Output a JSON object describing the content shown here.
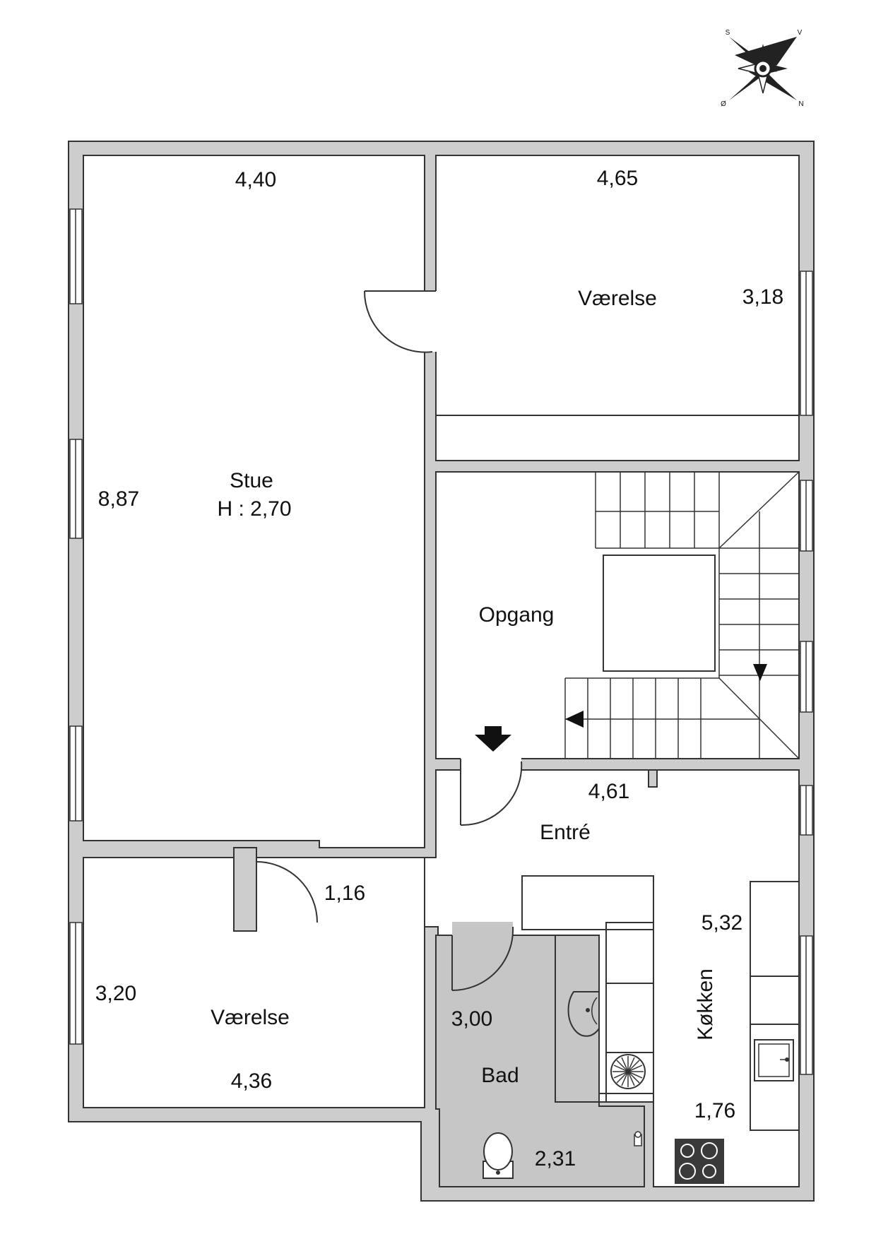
{
  "compass": {
    "s": "S",
    "v": "V",
    "o": "Ø",
    "n": "N"
  },
  "rooms": {
    "stue": {
      "name": "Stue",
      "height": "H : 2,70",
      "width": "4,40",
      "length": "8,87"
    },
    "vaerelse_top": {
      "name": "Værelse",
      "width": "4,65",
      "length": "3,18"
    },
    "opgang": {
      "name": "Opgang"
    },
    "entre": {
      "name": "Entré",
      "width": "4,61",
      "opening": "1,16"
    },
    "vaerelse_bottom": {
      "name": "Værelse",
      "width": "4,36",
      "length": "3,20"
    },
    "bad": {
      "name": "Bad",
      "length": "3,00",
      "width": "2,31"
    },
    "kokken": {
      "name": "Køkken",
      "length": "5,32",
      "width": "1,76"
    }
  },
  "colors": {
    "wall": "#cdcdcd",
    "bath_floor": "#c6c6c6",
    "line": "#333333",
    "hob": "#3a3a3a"
  }
}
